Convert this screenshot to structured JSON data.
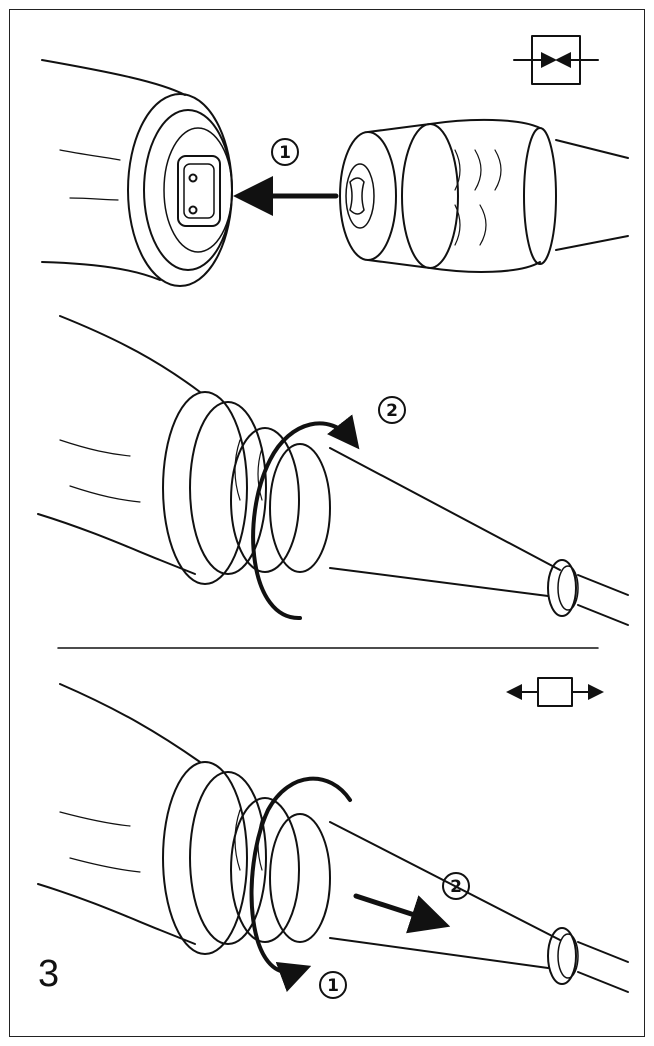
{
  "figure": {
    "number": "3"
  },
  "icons": {
    "connect": "connect-arrows-icon",
    "disconnect": "disconnect-arrows-icon"
  },
  "panels": {
    "top": {
      "step_1": "1"
    },
    "middle": {
      "step_2": "2"
    },
    "bottom": {
      "step_1": "1",
      "step_2": "2"
    }
  },
  "colors": {
    "line": "#111111",
    "background": "#ffffff"
  }
}
